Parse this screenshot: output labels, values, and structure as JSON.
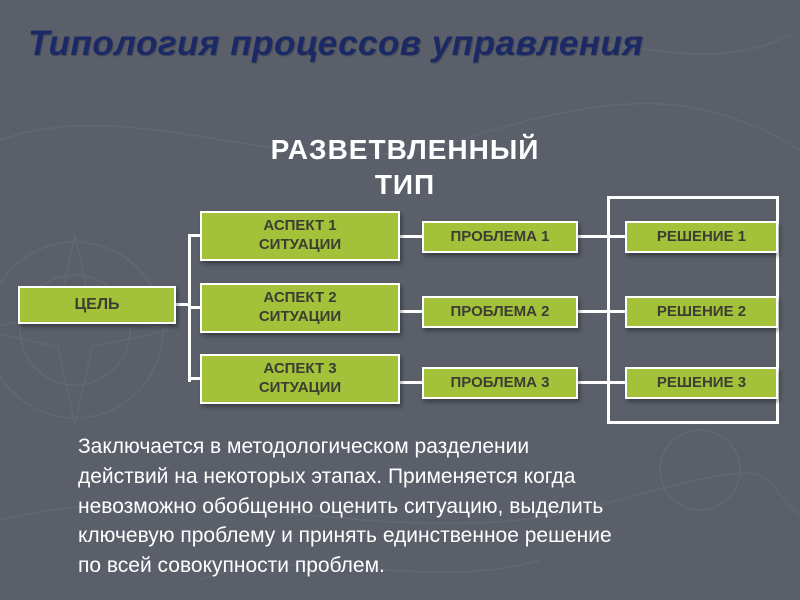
{
  "slide": {
    "title": "Типология процессов управления",
    "heading_line1": "РАЗВЕТВЛЕННЫЙ",
    "heading_line2": "ТИП",
    "description": "Заключается в методологическом разделении\nдействий на некоторых этапах. Применяется когда\nневозможно обобщенно оценить ситуацию, выделить\nключевую проблему и принять единственное решение\nпо всей совокупности проблем."
  },
  "diagram": {
    "goal_label": "ЦЕЛЬ",
    "aspects": [
      "АСПЕКТ 1\nСИТУАЦИИ",
      "АСПЕКТ 2\nСИТУАЦИИ",
      "АСПЕКТ 3\nСИТУАЦИИ"
    ],
    "problems": [
      "ПРОБЛЕМА 1",
      "ПРОБЛЕМА 2",
      "ПРОБЛЕМА 3"
    ],
    "solutions": [
      "РЕШЕНИЕ 1",
      "РЕШЕНИЕ 2",
      "РЕШЕНИЕ 3"
    ]
  },
  "colors": {
    "background": "#5a5f6a",
    "title_text": "#1b2a66",
    "node_fill": "#a3c139",
    "node_border": "#ffffff",
    "node_text": "#3d3d33",
    "body_text": "#ffffff"
  }
}
